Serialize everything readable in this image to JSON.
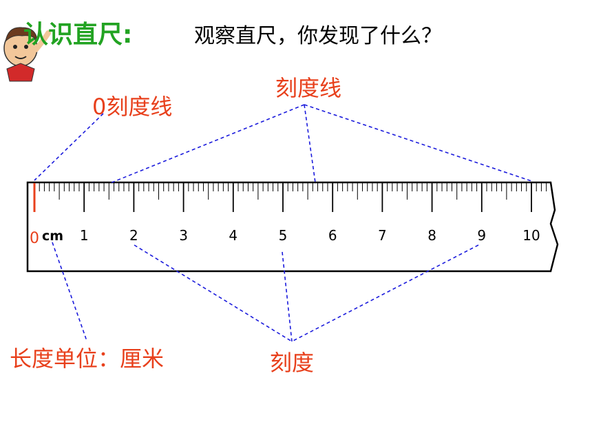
{
  "header": {
    "title": "认识直尺:",
    "question": "观察直尺，你发现了什么？"
  },
  "labels": {
    "zero_mark": "0刻度线",
    "tick_marks": "刻度线",
    "unit": "长度单位：厘米",
    "scale_numbers": "刻度"
  },
  "ruler": {
    "zero_label": "0",
    "unit_text": "cm",
    "numbers": [
      "1",
      "2",
      "3",
      "4",
      "5",
      "6",
      "7",
      "8",
      "9",
      "10"
    ]
  },
  "colors": {
    "title_green": "#22a322",
    "label_red": "#e8401c",
    "leader_blue": "#1a1adc",
    "zero_red": "#e8401c"
  }
}
